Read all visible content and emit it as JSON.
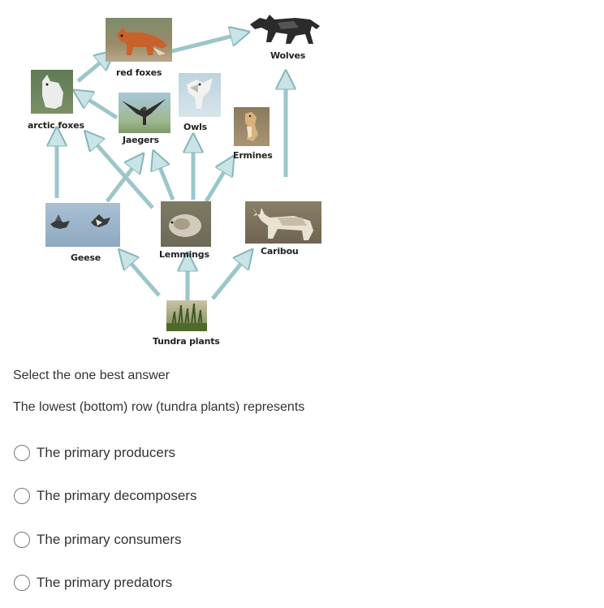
{
  "diagram": {
    "nodes": {
      "wolves": "Wolves",
      "red_foxes": "red foxes",
      "arctic_foxes": "arctic foxes",
      "jaegers": "Jaegers",
      "owls": "Owls",
      "ermines": "Ermines",
      "geese": "Geese",
      "lemmings": "Lemmings",
      "caribou": "Caribou",
      "tundra_plants": "Tundra plants"
    },
    "arrow_color": "#c9e4e6",
    "arrow_stroke": "#86b5ba"
  },
  "question": {
    "instruction": "Select the one best answer",
    "text": "The lowest (bottom) row (tundra plants) represents",
    "options": [
      "The primary producers",
      "The primary decomposers",
      "The primary consumers",
      "The primary predators"
    ]
  }
}
